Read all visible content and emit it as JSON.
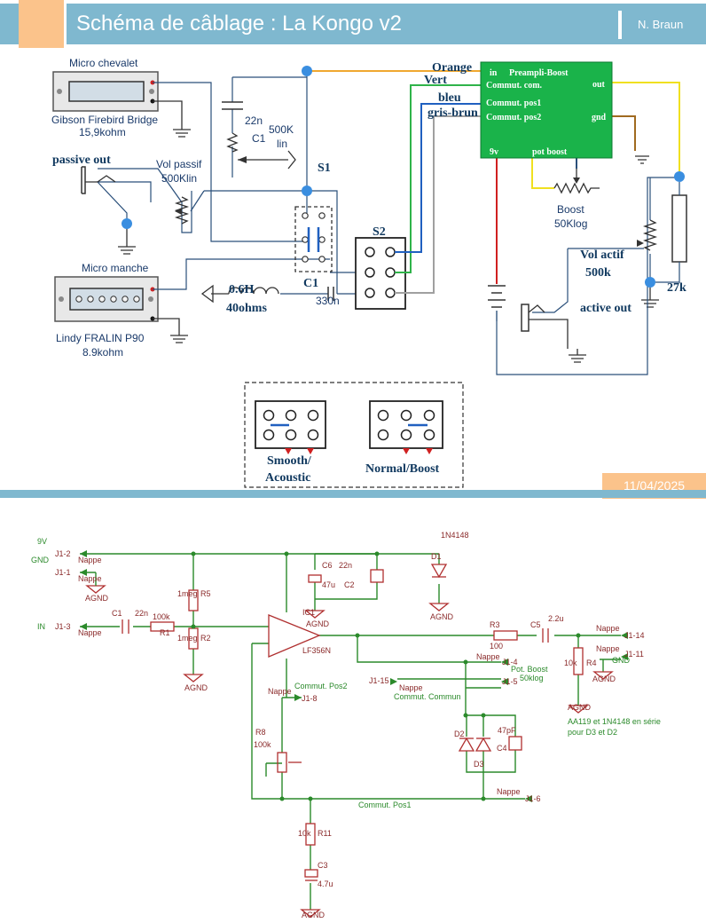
{
  "header": {
    "title": "Schéma de câblage : La Kongo v2",
    "author": "N. Braun"
  },
  "footer": {
    "date": "11/04/2025"
  },
  "wiring": {
    "micro_chevalet": {
      "title": "Micro chevalet",
      "model": "Gibson Firebird Bridge",
      "resistance": "15,9kohm"
    },
    "micro_manche": {
      "title": "Micro manche",
      "model": "Lindy FRALIN P90",
      "resistance": "8.9kohm"
    },
    "passive_out": "passive out",
    "vol_passif": {
      "line1": "Vol passif",
      "line2": "500Klin"
    },
    "cap_top": {
      "value": "22n",
      "name": "C1"
    },
    "pot_500k": {
      "line1": "500K",
      "line2": "lin"
    },
    "s1": "S1",
    "s2": "S2",
    "c1_bottom": "C1",
    "inductor": {
      "value": "0.6H",
      "res": "40ohms"
    },
    "cap_330n": "330n",
    "wire_labels": {
      "orange": "Orange",
      "vert": "Vert",
      "bleu": "bleu",
      "gris_brun": "gris-brun"
    },
    "preamp": {
      "title": "Preampli-Boost",
      "pin_in": "in",
      "pin_out": "out",
      "pin_com": "Commut. com.",
      "pin_pos1": "Commut. pos1",
      "pin_pos2": "Commut. pos2",
      "pin_gnd": "gnd",
      "pin_9v": "9v",
      "pin_potboost": "pot boost"
    },
    "boost_pot": {
      "line1": "Boost",
      "line2": "50Klog"
    },
    "vol_actif": {
      "line1": "Vol actif",
      "line2": "500k"
    },
    "r27k": "27k",
    "active_out": "active out"
  },
  "switch_positions": {
    "smooth_line1": "Smooth/",
    "smooth_line2": "Acoustic",
    "normal": "Normal/Boost"
  },
  "schematic": {
    "v9": "9V",
    "gnd": "GND",
    "in": "IN",
    "j1_2": "J1-2",
    "j1_1": "J1-1",
    "j1_3": "J1-3",
    "nappe": "Nappe",
    "agnd": "AGND",
    "c1": "C1",
    "c1_val": "22n",
    "r1": "R1",
    "r1_val": "100k",
    "r5": "R5",
    "r5_val": "1meg",
    "r2": "R2",
    "r2_val": "1meg",
    "c6": "C6",
    "c6_val": "22n",
    "c2": "C2",
    "c2_val": "47u",
    "d1": "D1",
    "d1_val": "1N4148",
    "ic1": "IC1",
    "ic1_val": "LF356N",
    "r3": "R3",
    "r3_val": "100",
    "c5": "C5",
    "c5_val": "2.2u",
    "r4": "R4",
    "r4_val": "10k",
    "j1_14": "J1-14",
    "j1_11": "J1-11",
    "j1_4": "J1-4",
    "j1_5": "J1-5",
    "j1_15": "J1-15",
    "pot_boost": "Pot. Boost",
    "pot_boost_val": "50klog",
    "commut_commun": "Commut. Commun",
    "commut_pos2": "Commut. Pos2",
    "commut_pos1": "Commut. Pos1",
    "j1_8": "J1-8",
    "j1_6": "J1-6",
    "r8": "R8",
    "r8_val": "100k",
    "d2": "D2",
    "d3": "D3",
    "c4": "C4",
    "c4_val": "47pF",
    "note_line1": "AA119 et 1N4148 en série",
    "note_line2": "pour D3 et D2",
    "r11": "R11",
    "r11_val": "10k",
    "c3": "C3",
    "c3_val": "4.7u"
  },
  "colors": {
    "header": "#7fb8cf",
    "accent": "#fbc38b",
    "preamp_green": "#1ab34a",
    "wire_orange": "#f0a830",
    "wire_green": "#2fb34a",
    "wire_blue": "#2060c0",
    "wire_grey": "#a0a0a0",
    "wire_yellow": "#f0e020",
    "wire_red": "#d02020",
    "wire_brown": "#a06a20",
    "schematic_green": "#2b8a2b",
    "schematic_red": "#b03030"
  }
}
